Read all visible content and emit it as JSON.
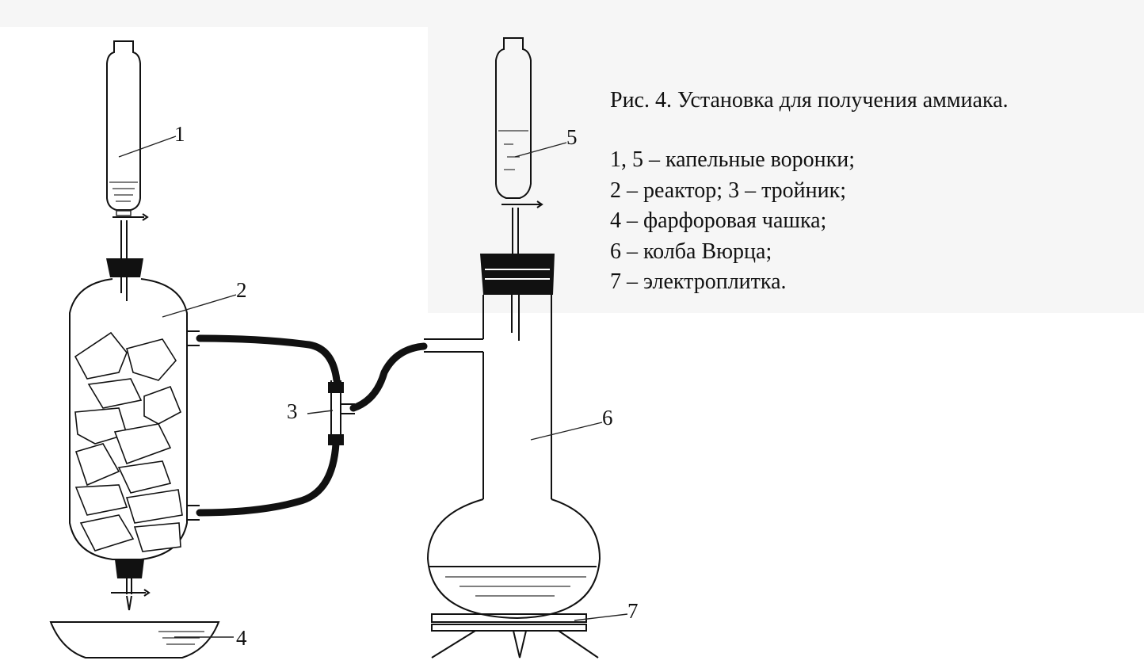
{
  "figure": {
    "caption": "Рис. 4. Установка для получения аммиака.",
    "legend": [
      "1, 5 – капельные воронки;",
      "2 – реактор; 3 – тройник;",
      "4 – фарфоровая чашка;",
      "6 – колба Вюрца;",
      "7 – электроплитка."
    ]
  },
  "labels": {
    "n1": "1",
    "n2": "2",
    "n3": "3",
    "n4": "4",
    "n5": "5",
    "n6": "6",
    "n7": "7"
  }
}
